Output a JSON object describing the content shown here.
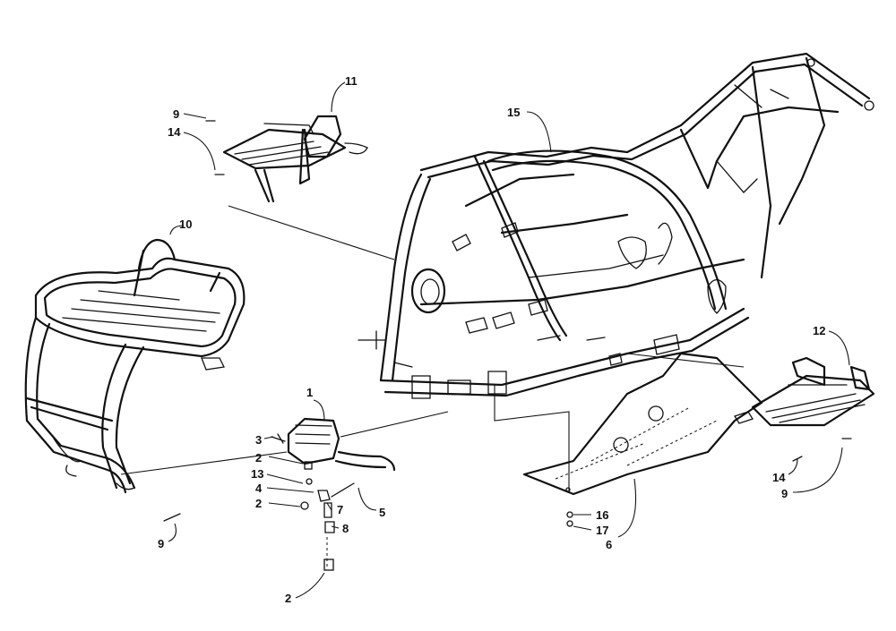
{
  "diagram": {
    "callouts": [
      {
        "id": "c-1",
        "text": "1"
      },
      {
        "id": "c-2a",
        "text": "2"
      },
      {
        "id": "c-2b",
        "text": "2"
      },
      {
        "id": "c-2c",
        "text": "2"
      },
      {
        "id": "c-3",
        "text": "3"
      },
      {
        "id": "c-4",
        "text": "4"
      },
      {
        "id": "c-5",
        "text": "5"
      },
      {
        "id": "c-6",
        "text": "6"
      },
      {
        "id": "c-7",
        "text": "7"
      },
      {
        "id": "c-8",
        "text": "8"
      },
      {
        "id": "c-9a",
        "text": "9"
      },
      {
        "id": "c-9b",
        "text": "9"
      },
      {
        "id": "c-9c",
        "text": "9"
      },
      {
        "id": "c-10",
        "text": "10"
      },
      {
        "id": "c-11",
        "text": "11"
      },
      {
        "id": "c-12",
        "text": "12"
      },
      {
        "id": "c-13",
        "text": "13"
      },
      {
        "id": "c-14a",
        "text": "14"
      },
      {
        "id": "c-14b",
        "text": "14"
      },
      {
        "id": "c-15",
        "text": "15"
      },
      {
        "id": "c-16",
        "text": "16"
      },
      {
        "id": "c-17",
        "text": "17"
      }
    ]
  }
}
